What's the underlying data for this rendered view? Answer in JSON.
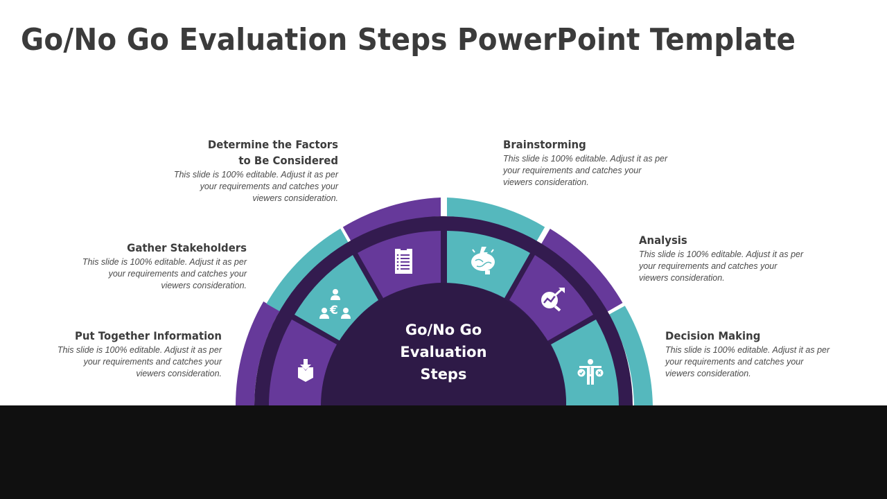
{
  "title": "Go/No Go Evaluation Steps PowerPoint Template",
  "center": {
    "line1": "Go/No Go",
    "line2": "Evaluation",
    "line3": "Steps"
  },
  "colors": {
    "purple": "#66399a",
    "teal": "#55b8bd",
    "dark": "#331b4f",
    "center": "#2e1a47",
    "text": "#3d3d3d",
    "bottom_bar": "#101010"
  },
  "steps": [
    {
      "title": "Put Together Information",
      "icon": "inbox-download-icon",
      "desc1": "This slide is 100% editable. Adjust it as per",
      "desc2": "your requirements and catches your",
      "desc3": "viewers consideration."
    },
    {
      "title": "Gather Stakeholders",
      "icon": "stakeholders-euro-icon",
      "desc1": "This slide is 100% editable. Adjust it as per",
      "desc2": "your requirements and catches your",
      "desc3": "viewers consideration."
    },
    {
      "title": "Determine the Factors",
      "title2": "to Be Considered",
      "icon": "clipboard-checklist-icon",
      "desc1": "This slide is 100% editable. Adjust it as per",
      "desc2": "your requirements and catches your",
      "desc3": "viewers consideration."
    },
    {
      "title": "Brainstorming",
      "icon": "brain-lightning-icon",
      "desc1": "This slide is 100% editable. Adjust it as per",
      "desc2": "your requirements and catches your",
      "desc3": "viewers consideration."
    },
    {
      "title": "Analysis",
      "icon": "magnifier-trend-icon",
      "desc1": "This slide is 100% editable. Adjust it as per",
      "desc2": "your requirements and catches your",
      "desc3": "viewers consideration."
    },
    {
      "title": "Decision Making",
      "icon": "person-decision-icon",
      "desc1": "This slide is 100% editable. Adjust it as per",
      "desc2": "your requirements and catches your",
      "desc3": "viewers consideration."
    }
  ]
}
